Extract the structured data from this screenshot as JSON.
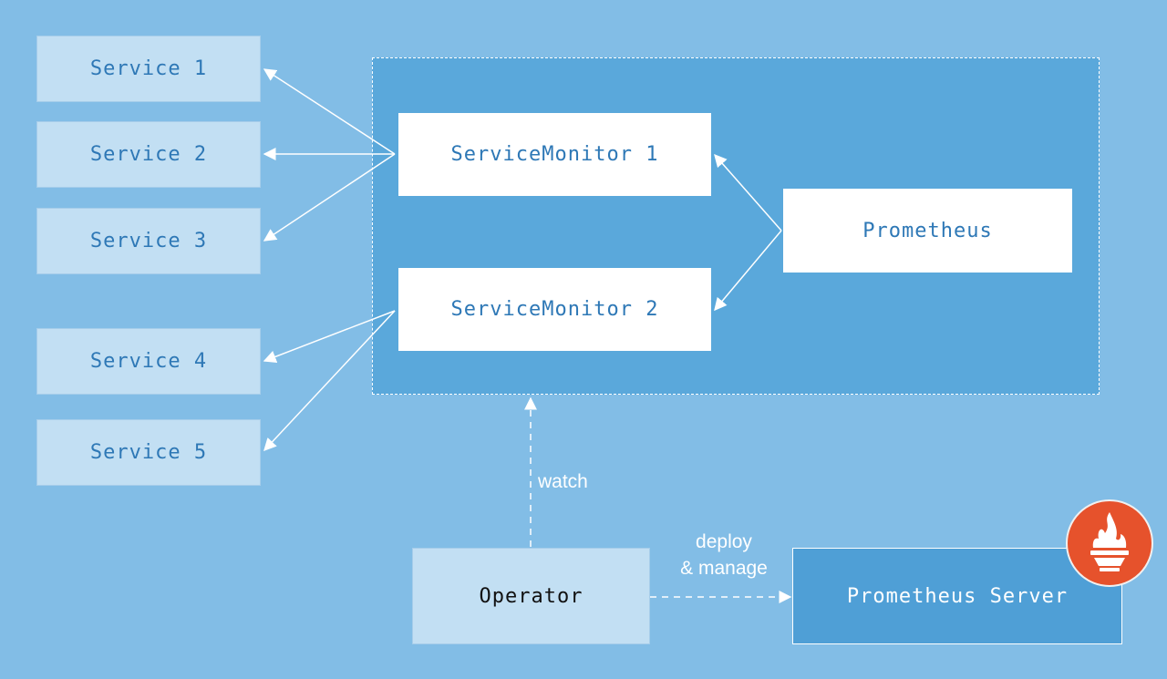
{
  "services": [
    "Service 1",
    "Service 2",
    "Service 3",
    "Service 4",
    "Service 5"
  ],
  "monitors": [
    "ServiceMonitor 1",
    "ServiceMonitor 2"
  ],
  "prometheus": "Prometheus",
  "operator": "Operator",
  "prometheus_server": "Prometheus Server",
  "edges": {
    "watch": "watch",
    "deploy_line1": "deploy",
    "deploy_line2": "& manage"
  },
  "logo_icon": "prometheus-torch-icon",
  "colors": {
    "background": "#82bde6",
    "group_fill": "#5aa8db",
    "service_fill": "#c2dff3",
    "text_blue": "#2e78b6",
    "server_fill": "#4f9fd6",
    "logo": "#e6522c"
  }
}
